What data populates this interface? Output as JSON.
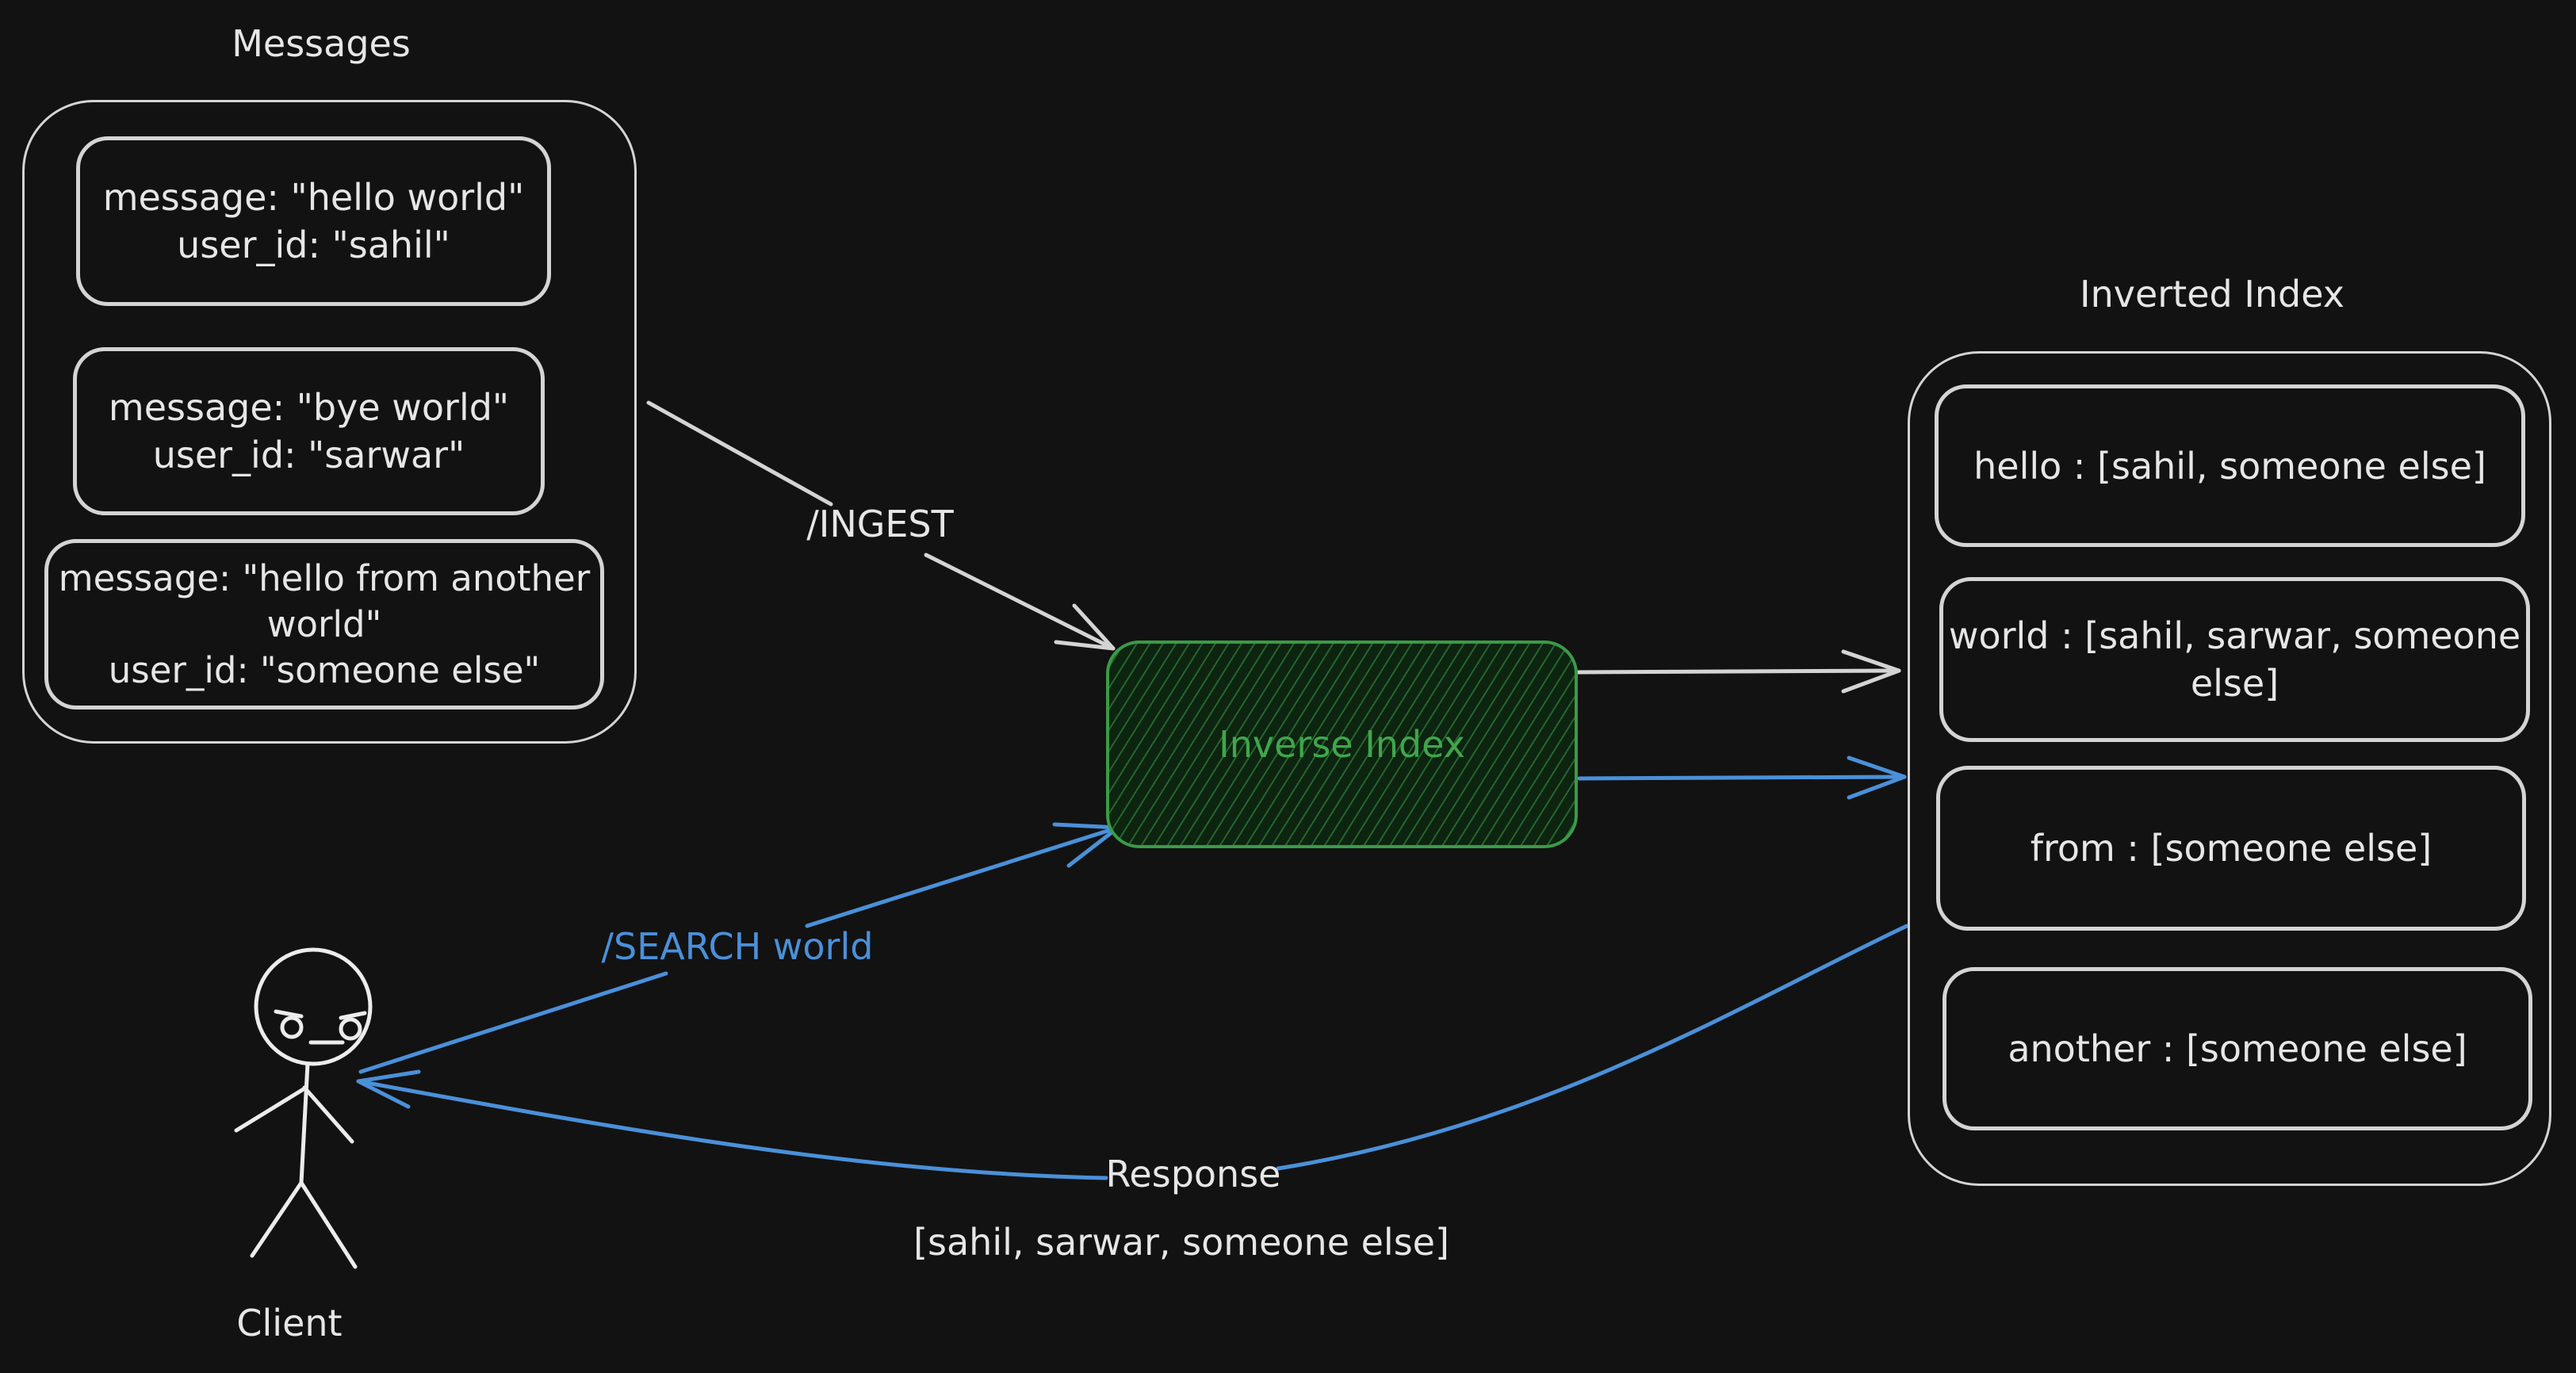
{
  "messages": {
    "title": "Messages",
    "items": [
      {
        "message": "message: \"hello world\"",
        "user": "user_id: \"sahil\""
      },
      {
        "message": "message: \"bye world\"",
        "user": "user_id: \"sarwar\""
      },
      {
        "message_line1": "message: \"hello from another",
        "message_line2": "world\"",
        "user": "user_id: \"someone else\""
      }
    ]
  },
  "inverted_index": {
    "title": "Inverted Index",
    "entries": [
      {
        "text": "hello : [sahil, someone else]"
      },
      {
        "line1": "world : [sahil, sarwar, someone",
        "line2": "else]"
      },
      {
        "text": "from : [someone else]"
      },
      {
        "text": "another : [someone else]"
      }
    ]
  },
  "center": {
    "label": "Inverse Index"
  },
  "edges": {
    "ingest": "/INGEST",
    "search": "/SEARCH world",
    "response": "Response",
    "response_value": "[sahil, sarwar, someone else]"
  },
  "client": {
    "label": "Client"
  },
  "colors": {
    "background": "#121212",
    "stroke": "#d4d4d4",
    "blue": "#4a90d9",
    "green": "#3a9b47"
  }
}
